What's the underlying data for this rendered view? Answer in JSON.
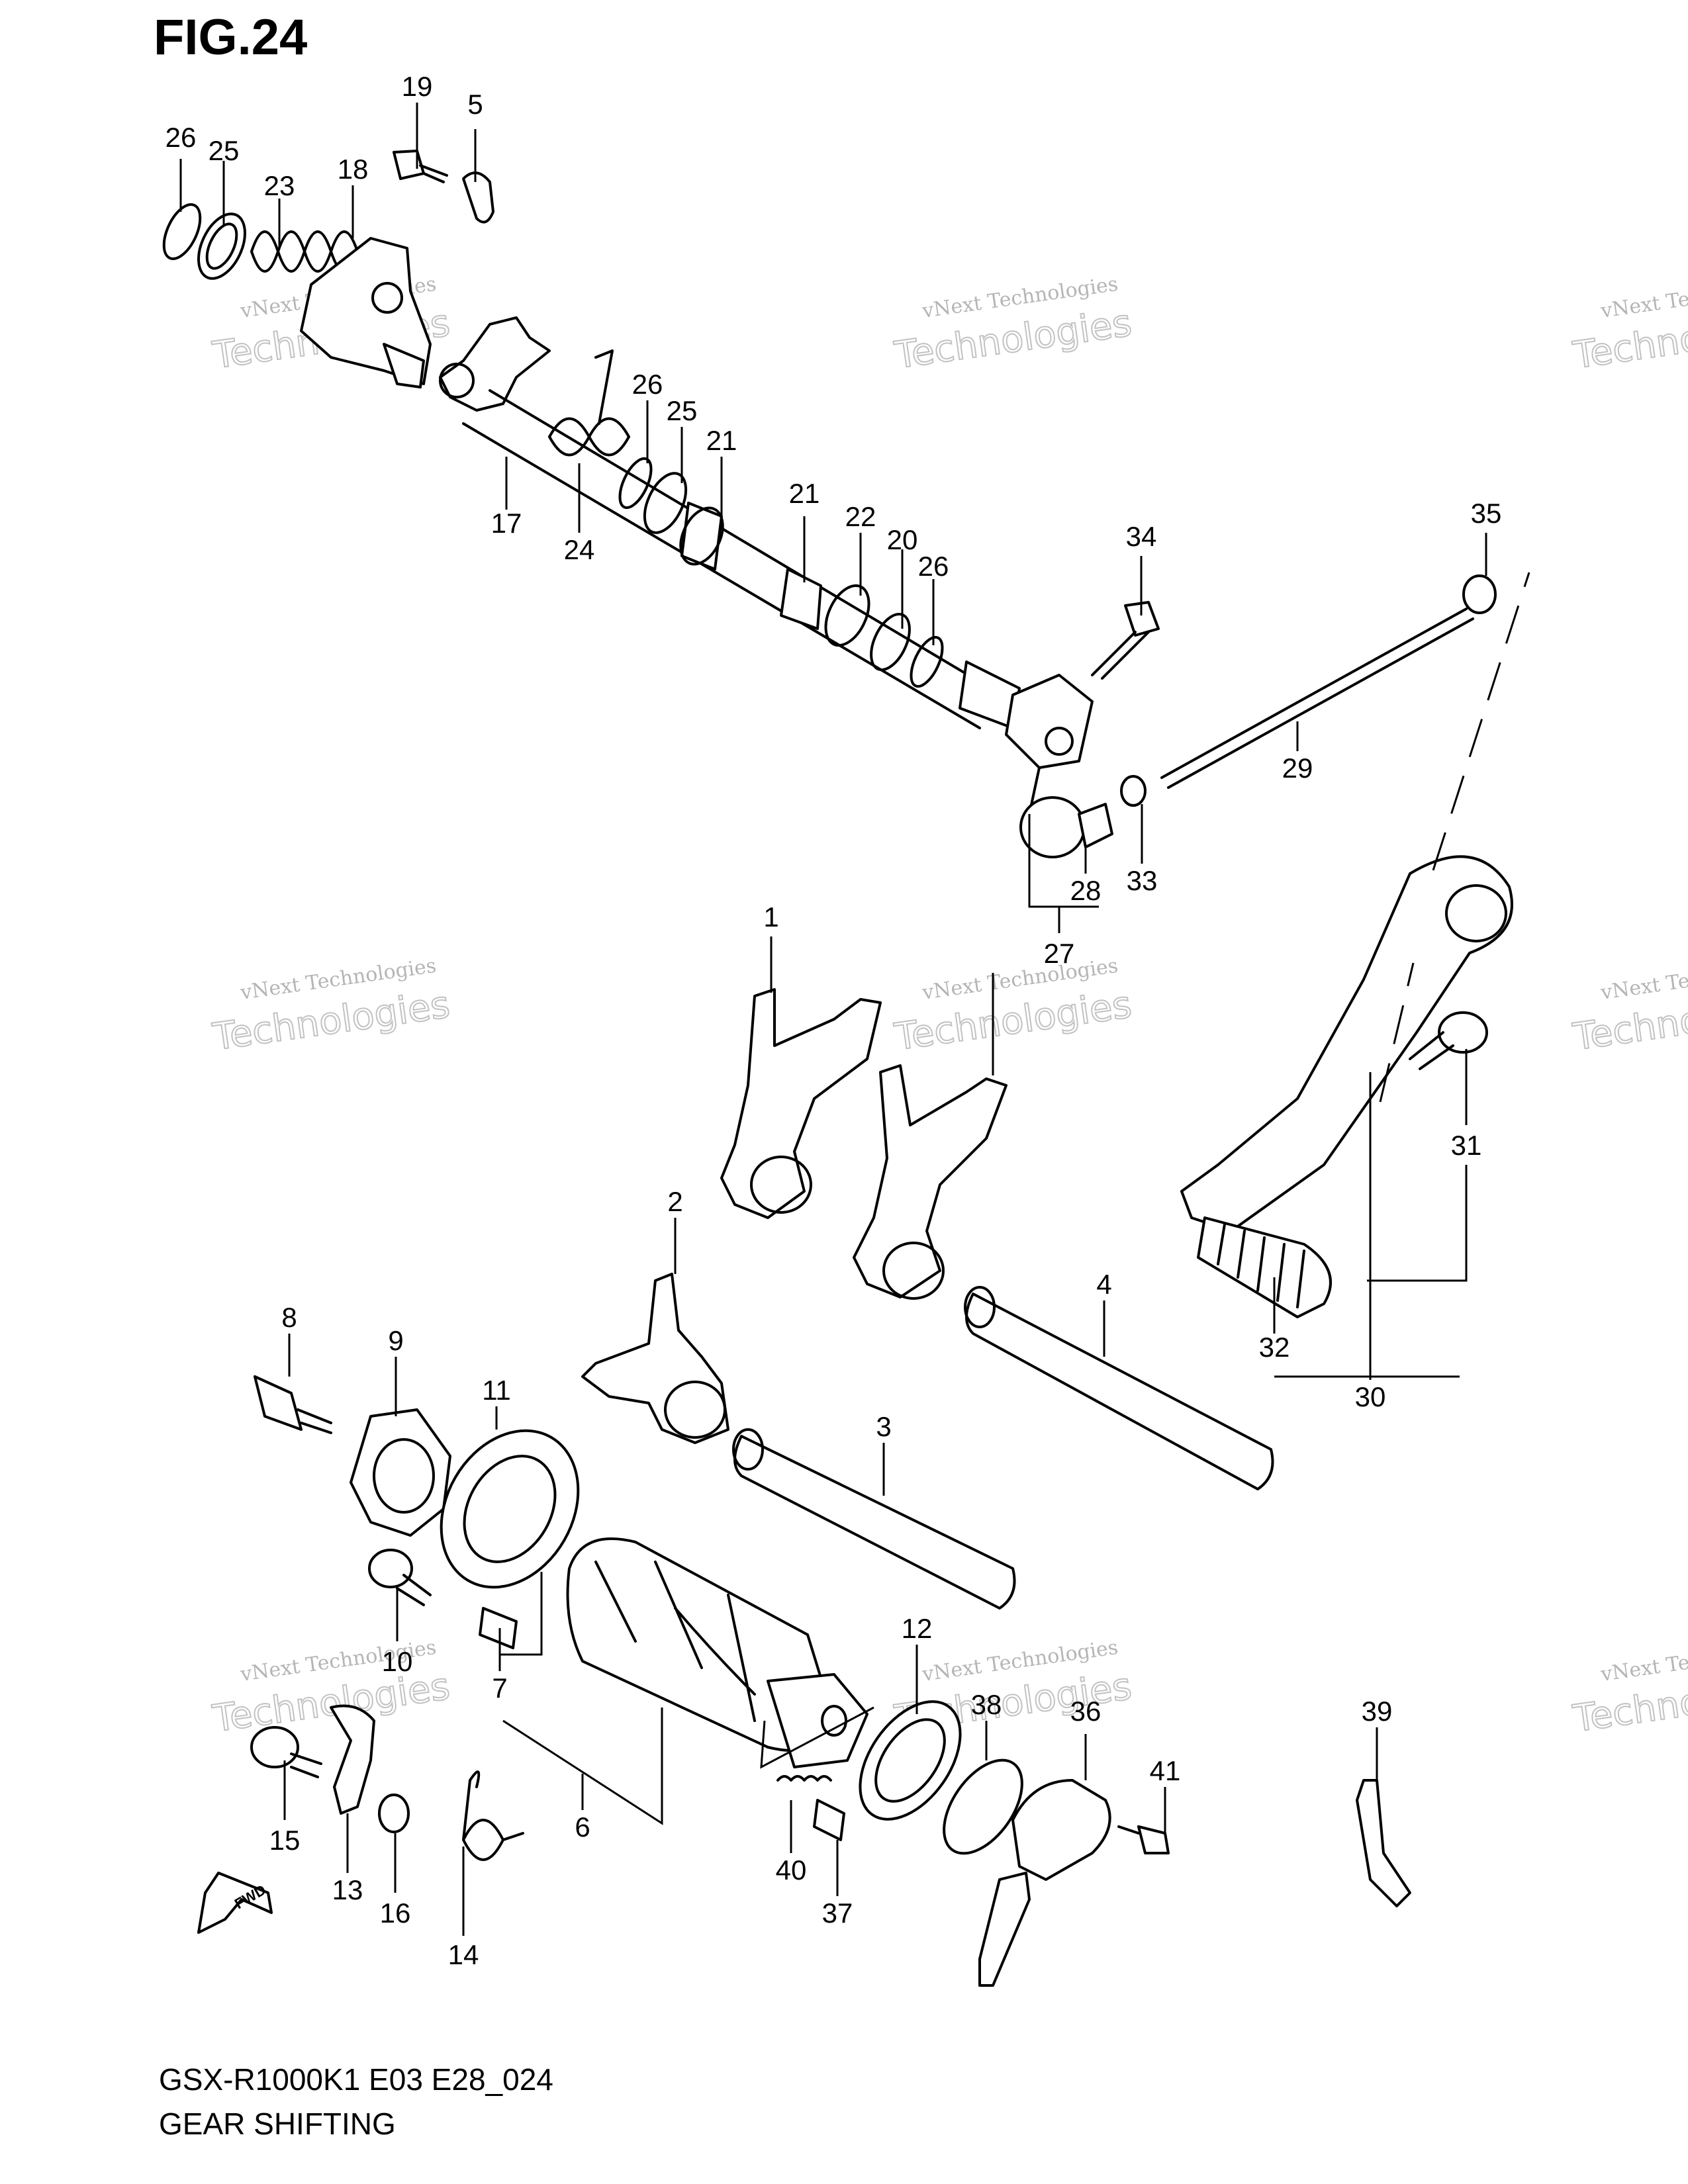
{
  "figure": {
    "label": "FIG.24",
    "model_code": "GSX-R1000K1 E03 E28_024",
    "section_title": "GEAR SHIFTING"
  },
  "watermark": {
    "line1": "vNext Technologies",
    "line2": "Technologies",
    "line3": "vNext"
  },
  "fwd_arrow_label": "FWD",
  "callouts": [
    {
      "id": "c1",
      "label": "1"
    },
    {
      "id": "c2",
      "label": "2"
    },
    {
      "id": "c3",
      "label": "3"
    },
    {
      "id": "c4",
      "label": "4"
    },
    {
      "id": "c5",
      "label": "5"
    },
    {
      "id": "c6",
      "label": "6"
    },
    {
      "id": "c7",
      "label": "7"
    },
    {
      "id": "c8",
      "label": "8"
    },
    {
      "id": "c9",
      "label": "9"
    },
    {
      "id": "c10",
      "label": "10"
    },
    {
      "id": "c11",
      "label": "11"
    },
    {
      "id": "c12",
      "label": "12"
    },
    {
      "id": "c13",
      "label": "13"
    },
    {
      "id": "c14",
      "label": "14"
    },
    {
      "id": "c15",
      "label": "15"
    },
    {
      "id": "c16",
      "label": "16"
    },
    {
      "id": "c17",
      "label": "17"
    },
    {
      "id": "c18",
      "label": "18"
    },
    {
      "id": "c19",
      "label": "19"
    },
    {
      "id": "c20",
      "label": "20"
    },
    {
      "id": "c21a",
      "label": "21"
    },
    {
      "id": "c21b",
      "label": "21"
    },
    {
      "id": "c22",
      "label": "22"
    },
    {
      "id": "c23",
      "label": "23"
    },
    {
      "id": "c24",
      "label": "24"
    },
    {
      "id": "c25a",
      "label": "25"
    },
    {
      "id": "c25b",
      "label": "25"
    },
    {
      "id": "c26a",
      "label": "26"
    },
    {
      "id": "c26b",
      "label": "26"
    },
    {
      "id": "c26c",
      "label": "26"
    },
    {
      "id": "c27",
      "label": "27"
    },
    {
      "id": "c28",
      "label": "28"
    },
    {
      "id": "c29",
      "label": "29"
    },
    {
      "id": "c30",
      "label": "30"
    },
    {
      "id": "c31",
      "label": "31"
    },
    {
      "id": "c32",
      "label": "32"
    },
    {
      "id": "c33",
      "label": "33"
    },
    {
      "id": "c34",
      "label": "34"
    },
    {
      "id": "c35",
      "label": "35"
    },
    {
      "id": "c36",
      "label": "36"
    },
    {
      "id": "c37",
      "label": "37"
    },
    {
      "id": "c38",
      "label": "38"
    },
    {
      "id": "c39",
      "label": "39"
    },
    {
      "id": "c40",
      "label": "40"
    },
    {
      "id": "c41",
      "label": "41"
    }
  ]
}
